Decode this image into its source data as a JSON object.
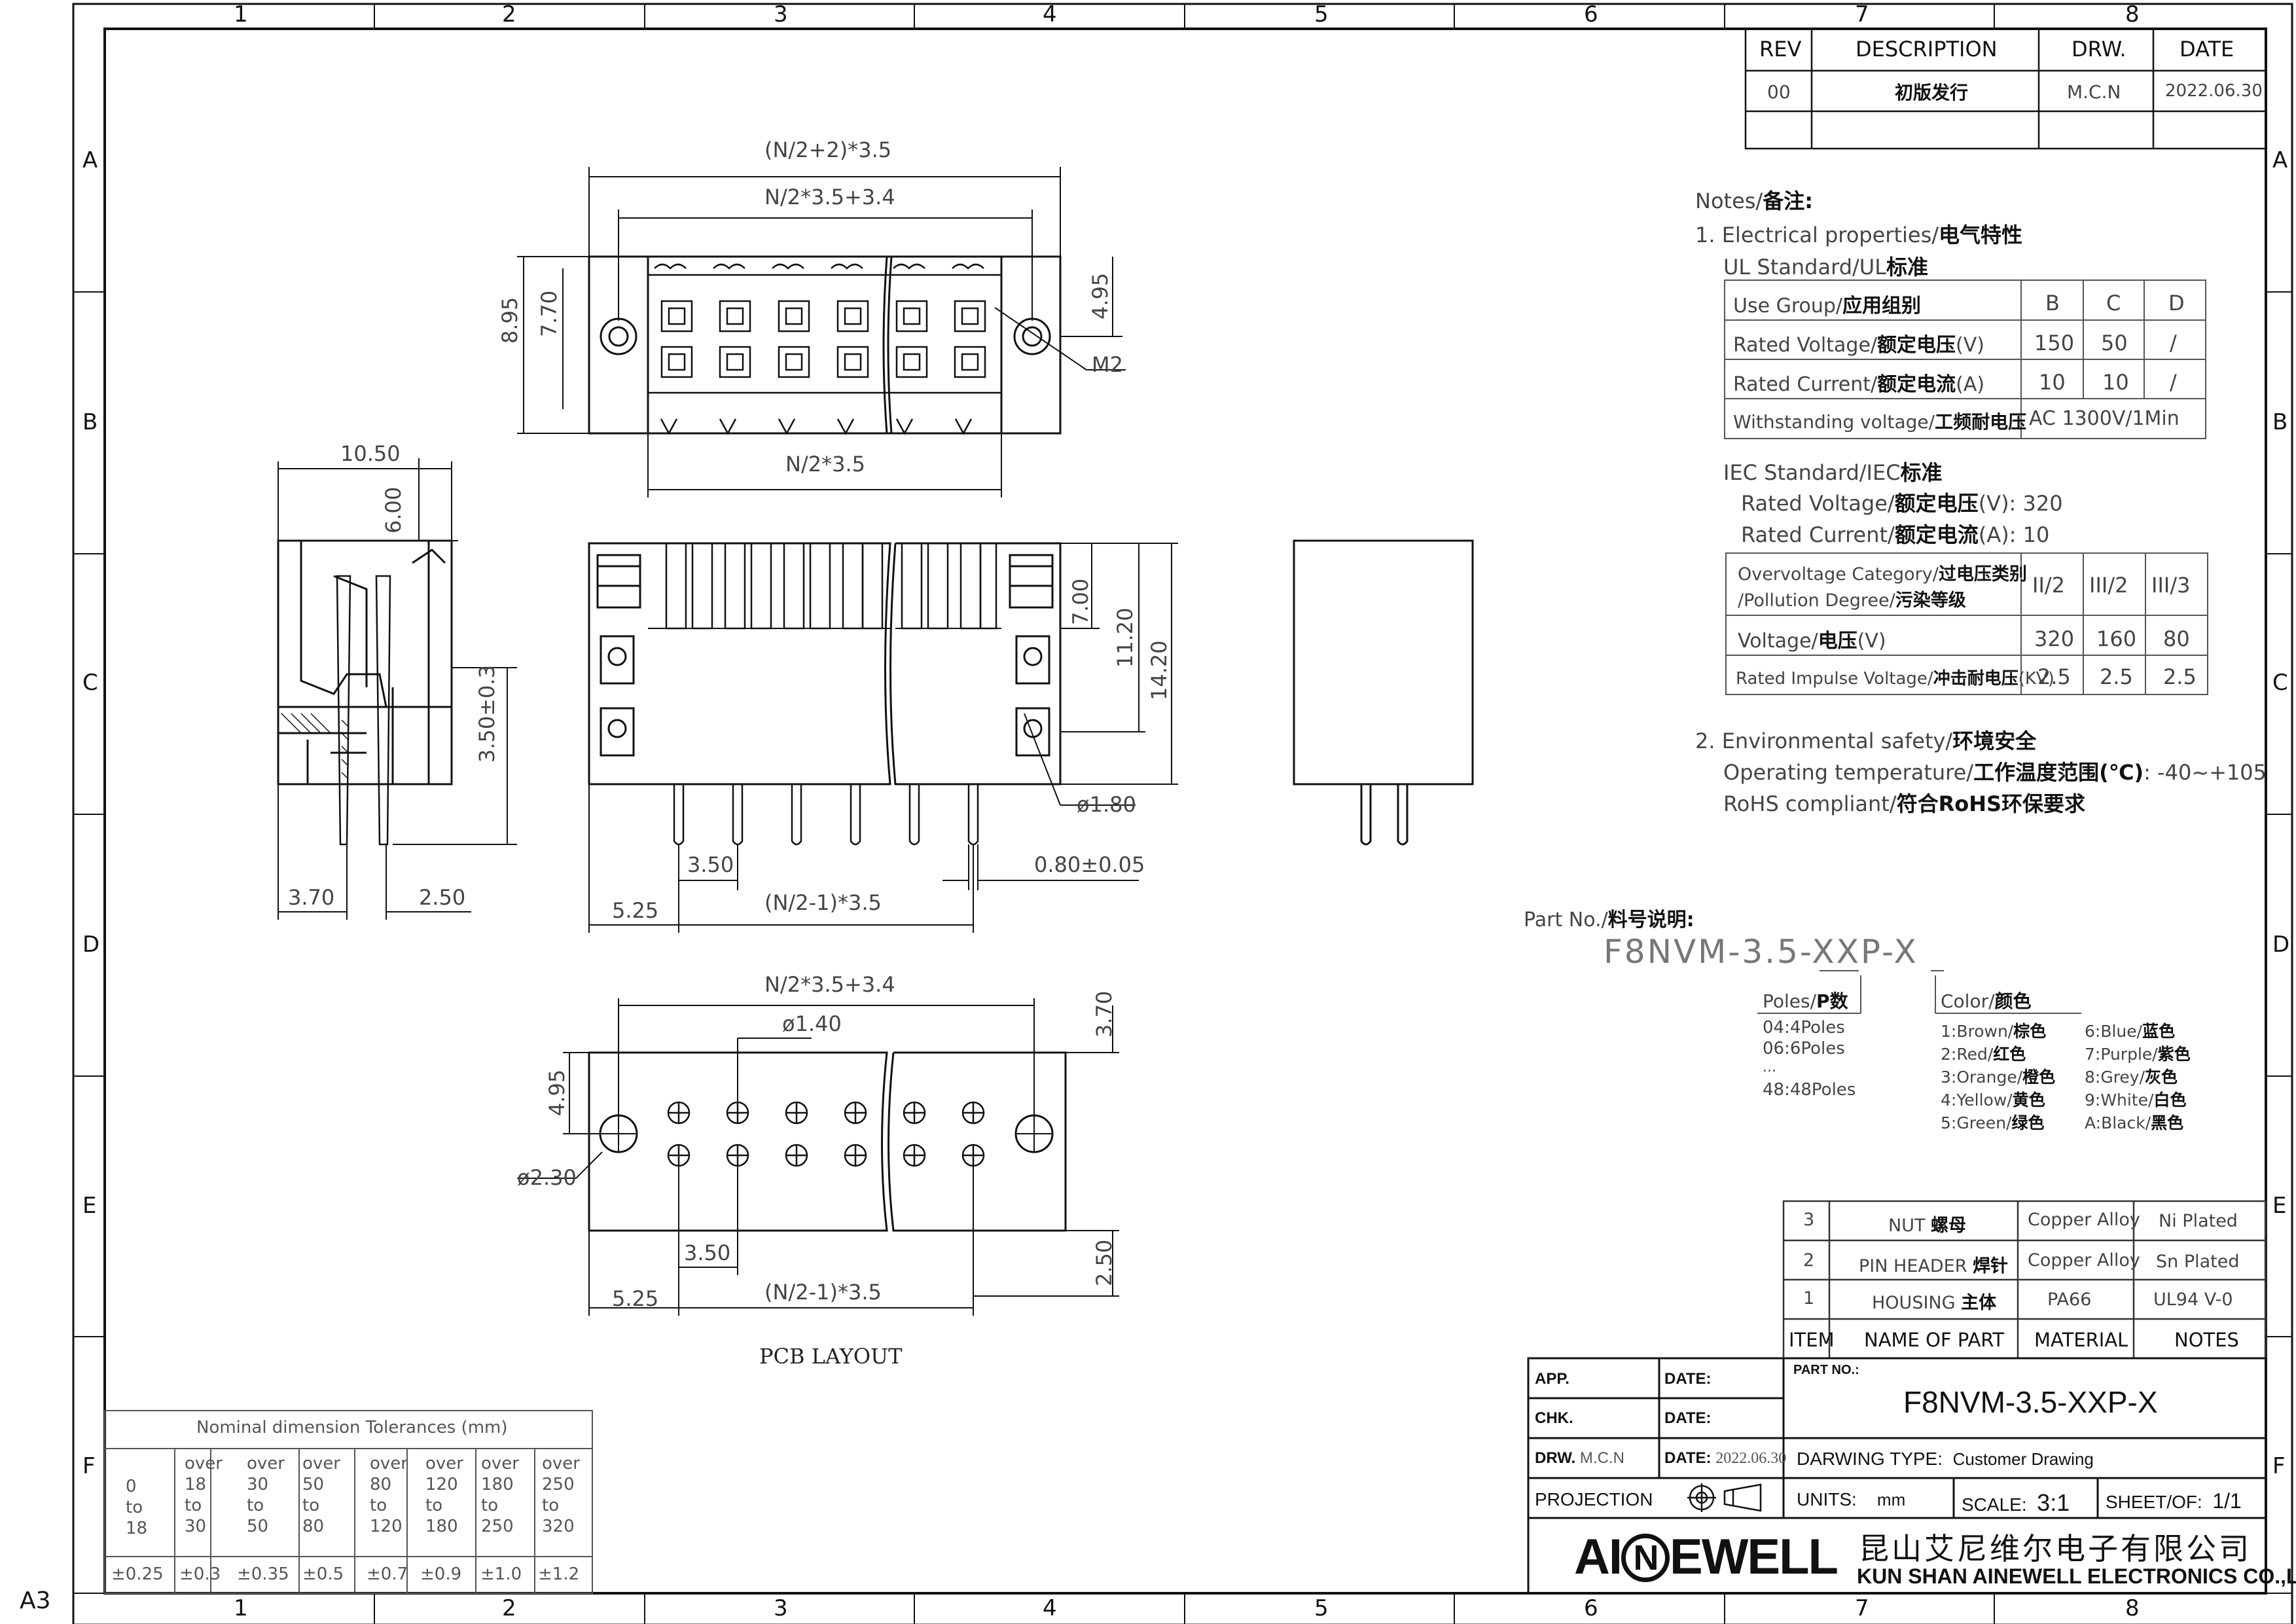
{
  "frame": {
    "col_labels": [
      "1",
      "2",
      "3",
      "4",
      "5",
      "6",
      "7",
      "8"
    ],
    "row_labels": [
      "A",
      "B",
      "C",
      "D",
      "E",
      "F"
    ],
    "sheet_size": "A3"
  },
  "revision": {
    "headers": [
      "REV",
      "DESCRIPTION",
      "DRW.",
      "DATE"
    ],
    "rows": [
      [
        "00",
        "初版发行",
        "M.C.N",
        "2022.06.30"
      ]
    ]
  },
  "notes": {
    "title": "Notes/",
    "title_cn": "备注:",
    "electrical_head": "1. Electrical properties/",
    "electrical_head_cn": "电气特性",
    "ul_head": "UL Standard/UL",
    "ul_head_cn": "标准",
    "ul_table": [
      [
        "Use Group/",
        "应用组别",
        "B",
        "C",
        "D"
      ],
      [
        "Rated Voltage/",
        "额定电压",
        "(V)",
        "150",
        "50",
        "/"
      ],
      [
        "Rated Current/",
        "额定电流",
        "(A)",
        "10",
        "10",
        "/"
      ],
      [
        "Withstanding voltage/",
        "工频耐电压",
        "AC 1300V/1Min"
      ]
    ],
    "iec_head": "IEC Standard/IEC",
    "iec_head_cn": "标准",
    "iec_voltage": "Rated Voltage/",
    "iec_voltage_cn": "额定电压",
    "iec_voltage_val": "(V):  320",
    "iec_current": "Rated Current/",
    "iec_current_cn": "额定电流",
    "iec_current_val": "(A):   10",
    "iec_table": {
      "r1_a": "Overvoltage Category/",
      "r1_a_cn": "过电压类别",
      "r1_b": "/Pollution Degree/",
      "r1_b_cn": "污染等级",
      "r1_vals": [
        "II/2",
        "III/2",
        "III/3"
      ],
      "r2": "Voltage/",
      "r2_cn": "电压",
      "r2_unit": "(V)",
      "r2_vals": [
        "320",
        "160",
        "80"
      ],
      "r3": "Rated Impulse Voltage/",
      "r3_cn": "冲击耐电压",
      "r3_unit": "(KV)",
      "r3_vals": [
        "2.5",
        "2.5",
        "2.5"
      ]
    },
    "env_head": "2. Environmental safety/",
    "env_head_cn": "环境安全",
    "env_temp": "Operating temperature/",
    "env_temp_cn": "工作温度范围(℃)",
    "env_temp_val": ":  -40~+105",
    "env_rohs": "RoHS compliant/",
    "env_rohs_cn": "符合RoHS环保要求"
  },
  "part_no": {
    "label": "Part No./",
    "label_cn": "料号说明:",
    "code": "F8NVM-3.5-XXP-X",
    "poles_head": "Poles/",
    "poles_head_cn": "P数",
    "poles": [
      "04:4Poles",
      "06:6Poles",
      "...",
      "48:48Poles"
    ],
    "color_head": "Color/",
    "color_head_cn": "颜色",
    "colors_left": [
      [
        "1:Brown/",
        "棕色"
      ],
      [
        "2:Red/",
        "红色"
      ],
      [
        "3:Orange/",
        "橙色"
      ],
      [
        "4:Yellow/",
        "黄色"
      ],
      [
        "5:Green/",
        "绿色"
      ]
    ],
    "colors_right": [
      [
        "6:Blue/",
        "蓝色"
      ],
      [
        "7:Purple/",
        "紫色"
      ],
      [
        "8:Grey/",
        "灰色"
      ],
      [
        "9:White/",
        "白色"
      ],
      [
        "A:Black/",
        "黑色"
      ]
    ]
  },
  "bom": {
    "rows": [
      [
        "3",
        "NUT",
        "螺母",
        "Copper Alloy",
        "Ni Plated"
      ],
      [
        "2",
        "PIN HEADER",
        "焊针",
        "Copper Alloy",
        "Sn Plated"
      ],
      [
        "1",
        "HOUSING",
        "主体",
        "PA66",
        "UL94 V-0"
      ]
    ],
    "headers": [
      "ITEM",
      "NAME OF PART",
      "MATERIAL",
      "NOTES"
    ]
  },
  "title_block": {
    "app": "APP.",
    "chk": "CHK.",
    "drw": "DRW.",
    "drw_val": "M.C.N",
    "date": "DATE:",
    "date_val": "2022.06.30",
    "projection": "PROJECTION",
    "part_no_label": "PART NO.:",
    "part_no": "F8NVM-3.5-XXP-X",
    "drawing_type_label": "DARWING TYPE:",
    "drawing_type": "Customer Drawing",
    "units_label": "UNITS:",
    "units": "mm",
    "scale_label": "SCALE:",
    "scale": "3:1",
    "sheet_label": "SHEET/OF:",
    "sheet": "1/1",
    "logo": "AINEWELL",
    "company_cn": "昆山艾尼维尔电子有限公司",
    "company_en": "KUN SHAN AINEWELL ELECTRONICS CO.,LTD"
  },
  "tolerance": {
    "title": "Nominal  dimension  Tolerances  (mm)",
    "ranges": [
      [
        "0",
        "to",
        "18"
      ],
      [
        "over",
        "18",
        "to",
        "30"
      ],
      [
        "over",
        "30",
        "to",
        "50"
      ],
      [
        "over",
        "50",
        "to",
        "80"
      ],
      [
        "over",
        "80",
        "to",
        "120"
      ],
      [
        "over",
        "120",
        "to",
        "180"
      ],
      [
        "over",
        "180",
        "to",
        "250"
      ],
      [
        "over",
        "250",
        "to",
        "320"
      ]
    ],
    "values": [
      "±0.25",
      "±0.3",
      "±0.35",
      "±0.5",
      "±0.7",
      "±0.9",
      "±1.0",
      "±1.2"
    ]
  },
  "dims": {
    "top_overall": "(N/2+2)*3.5",
    "top_inner": "N/2*3.5+3.4",
    "top_h1": "8.95",
    "top_h2": "7.70",
    "top_h3": "4.95",
    "top_m2": "M2",
    "top_pitch": "N/2*3.5",
    "side_w": "10.50",
    "side_h": "6.00",
    "side_pin": "3.50±0.3",
    "side_b1": "3.70",
    "side_b2": "2.50",
    "front_h1": "7.00",
    "front_h2": "11.20",
    "front_h3": "14.20",
    "front_hole": "ø1.80",
    "front_pitch": "3.50",
    "front_pin": "0.80±0.05",
    "front_left": "5.25",
    "front_span": "(N/2-1)*3.5",
    "pcb_top": "N/2*3.5+3.4",
    "pcb_hole": "ø1.40",
    "pcb_h1": "4.95",
    "pcb_h2": "3.70",
    "pcb_big": "ø2.30",
    "pcb_pitch": "3.50",
    "pcb_left": "5.25",
    "pcb_span": "(N/2-1)*3.5",
    "pcb_h3": "2.50",
    "pcb_title": "PCB LAYOUT"
  }
}
